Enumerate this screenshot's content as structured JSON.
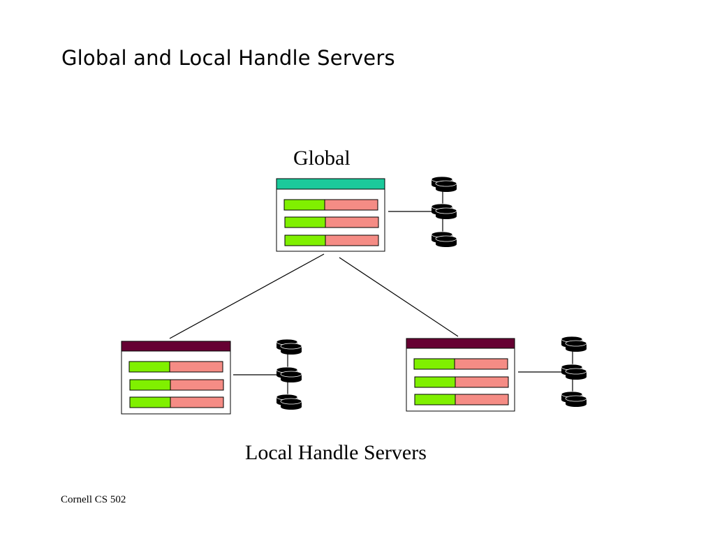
{
  "title": "Global and Local Handle Servers",
  "global_label": "Global",
  "local_label": "Local Handle Servers",
  "footer": "Cornell CS 502",
  "colors": {
    "global_header": "#1bc99b",
    "local_header": "#660033",
    "key_cell": "#80f000",
    "value_cell": "#f58c85",
    "disk": "#000000",
    "line": "#000000"
  }
}
